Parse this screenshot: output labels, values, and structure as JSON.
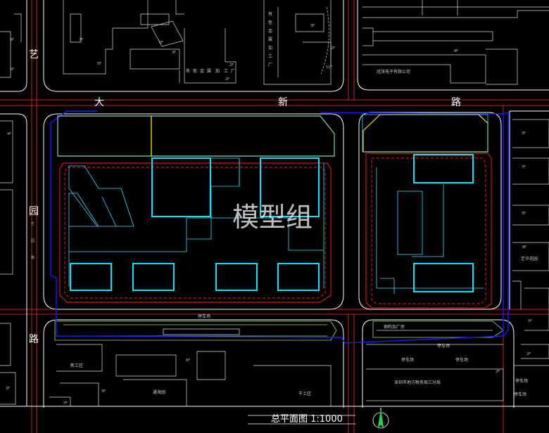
{
  "drawing": {
    "title": "总平面图  1:1000",
    "watermark": "模型组",
    "colors": {
      "background": "#000000",
      "road_centerline": "#ff2a2a",
      "road_edge": "#ffffff",
      "building": "#ffffff",
      "site_boundary_blue": "#1a1aff",
      "setback_red": "#ff2020",
      "tower": "#00e5ff",
      "podium_yellow": "#ffd21a",
      "podium_green": "#a8e05a"
    }
  },
  "roads": {
    "north_road": [
      "大",
      "新",
      "路"
    ],
    "west_road": [
      "艺",
      "园",
      "路"
    ]
  },
  "labels": {
    "top_factory": [
      "有",
      "色",
      "金",
      "属",
      "加",
      "工",
      "厂"
    ],
    "top_factory_row": [
      "有",
      "色",
      "金",
      "属",
      "加",
      "工",
      "厂"
    ],
    "company": "冠茂电子有限公司",
    "art_garden": "艺华花园",
    "parking_top": "停车场",
    "parking_lot": "停车场",
    "parking_a": "停车场",
    "parking_b": "停车场",
    "parking_c": "停车场",
    "parking_d": "停车场",
    "steel_factory": "钢构加厂房",
    "police": "深圳市地方税务局三分局",
    "new_work_area": "新工区",
    "tonghai": "通海园",
    "dry_area": "干土区",
    "side_small_text": [
      "艺",
      "园",
      "路"
    ],
    "floor_marks": [
      "7F",
      "3F",
      "5F",
      "2F",
      "2F",
      "3F",
      "11F",
      "8F",
      "3F",
      "7F",
      "3F",
      "8F",
      "4F",
      "6F",
      "2F",
      "3F",
      "7F",
      "2F",
      "8F",
      "5F",
      "6F",
      "2F",
      "5F",
      "3F"
    ]
  }
}
